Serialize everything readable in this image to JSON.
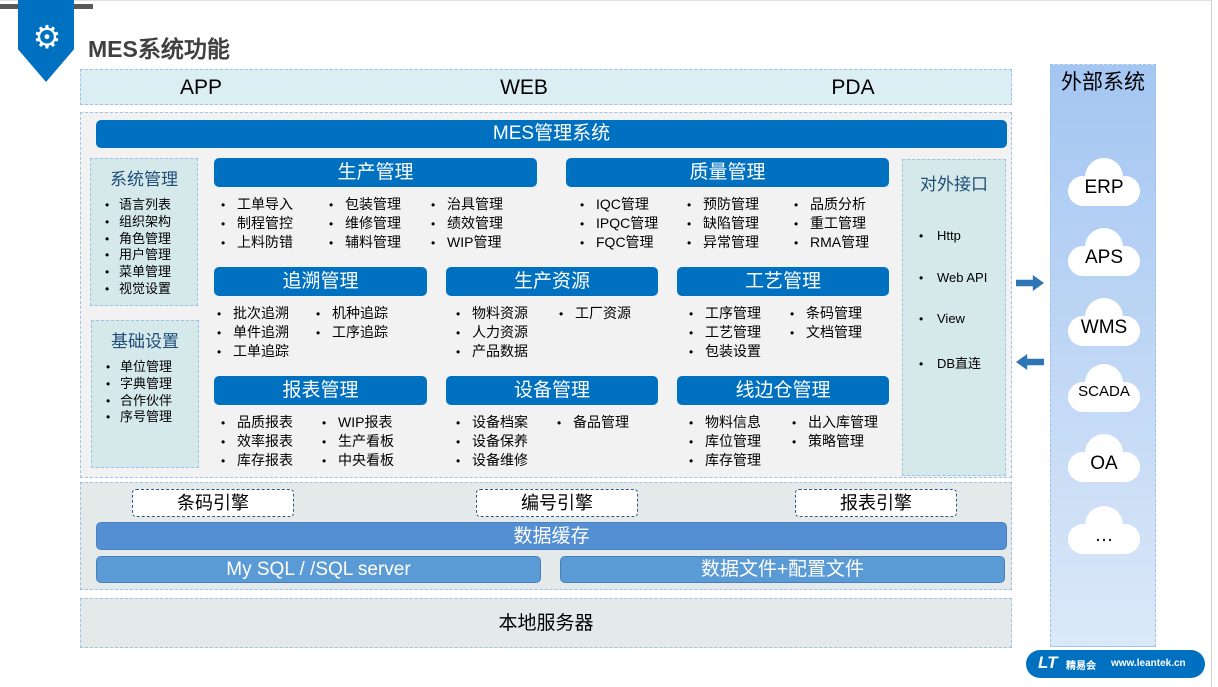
{
  "header": {
    "title": "MES系统功能",
    "icon": "gear-icon"
  },
  "clients": [
    "APP",
    "WEB",
    "PDA"
  ],
  "mes_bar": "MES管理系统",
  "side_boxes": [
    {
      "title": "系统管理",
      "items": [
        "语言列表",
        "组织架构",
        "角色管理",
        "用户管理",
        "菜单管理",
        "视觉设置"
      ]
    },
    {
      "title": "基础设置",
      "items": [
        "单位管理",
        "字典管理",
        "合作伙伴",
        "序号管理"
      ]
    }
  ],
  "modules": [
    {
      "title": "生产管理",
      "columns": [
        [
          "工单导入",
          "制程管控",
          "上料防错"
        ],
        [
          "包装管理",
          "维修管理",
          "辅料管理"
        ],
        [
          "治具管理",
          "绩效管理",
          "WIP管理"
        ]
      ]
    },
    {
      "title": "质量管理",
      "columns": [
        [
          "IQC管理",
          "IPQC管理",
          "FQC管理"
        ],
        [
          "预防管理",
          "缺陷管理",
          "异常管理"
        ],
        [
          "品质分析",
          "重工管理",
          "RMA管理"
        ]
      ]
    },
    {
      "title": "追溯管理",
      "columns": [
        [
          "批次追溯",
          "单件追溯",
          "工单追踪"
        ],
        [
          "机种追踪",
          "工序追踪"
        ]
      ]
    },
    {
      "title": "生产资源",
      "columns": [
        [
          "物料资源",
          "人力资源",
          "产品数据"
        ],
        [
          "工厂资源"
        ]
      ]
    },
    {
      "title": "工艺管理",
      "columns": [
        [
          "工序管理",
          "工艺管理",
          "包装设置"
        ],
        [
          "条码管理",
          "文档管理"
        ]
      ]
    },
    {
      "title": "报表管理",
      "columns": [
        [
          "品质报表",
          "效率报表",
          "库存报表"
        ],
        [
          "WIP报表",
          "生产看板",
          "中央看板"
        ]
      ]
    },
    {
      "title": "设备管理",
      "columns": [
        [
          "设备档案",
          "设备保养",
          "设备维修"
        ],
        [
          "备品管理"
        ]
      ]
    },
    {
      "title": "线边仓管理",
      "columns": [
        [
          "物料信息",
          "库位管理",
          "库存管理"
        ],
        [
          "出入库管理",
          "策略管理"
        ]
      ]
    }
  ],
  "interface": {
    "title": "对外接口",
    "items": [
      "Http",
      "Web API",
      "View",
      "DB直连"
    ]
  },
  "engines": [
    "条码引擎",
    "编号引擎",
    "报表引擎"
  ],
  "data_cache": "数据缓存",
  "databases": [
    "My SQL / /SQL server",
    "数据文件+配置文件"
  ],
  "server": "本地服务器",
  "external": {
    "title": "外部系统",
    "systems": [
      "ERP",
      "APS",
      "WMS",
      "SCADA",
      "OA",
      "…"
    ]
  },
  "logo": {
    "mark": "LT",
    "name": "精易会",
    "url": "www.leantek.cn"
  },
  "colors": {
    "primary": "#0070c0",
    "cache": "#548fd3",
    "db": "#5b9bd5",
    "panel": "#d5e8ea",
    "external": "#a4c6f2"
  }
}
